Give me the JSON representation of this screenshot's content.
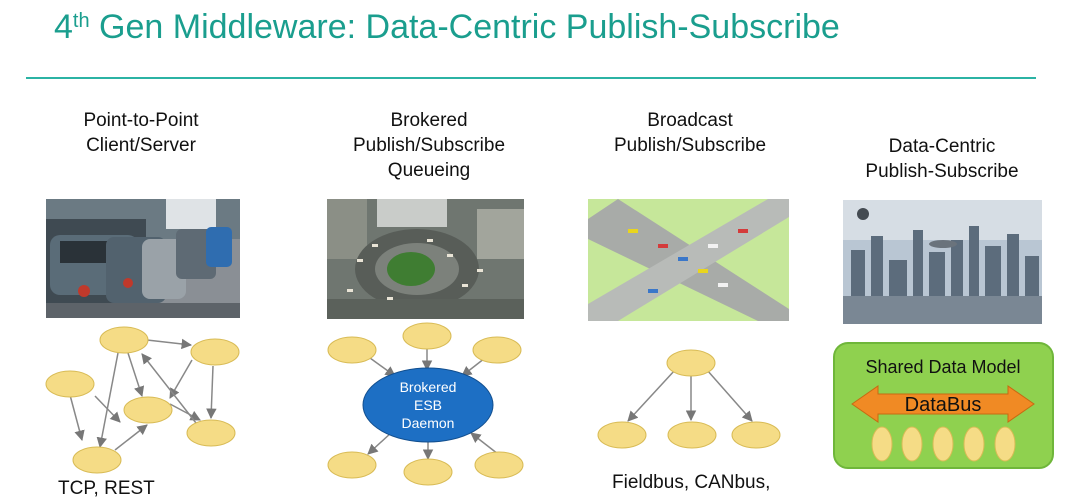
{
  "slide": {
    "title_prefix": "4",
    "title_sup": "th",
    "title_rest": " Gen Middleware: Data-Centric Publish-Subscribe"
  },
  "columns": [
    {
      "id": "p2p",
      "label_lines": [
        "Point-to-Point",
        "Client/Server"
      ],
      "footnote": "TCP, REST"
    },
    {
      "id": "brokered",
      "label_lines": [
        "Brokered",
        "Publish/Subscribe",
        "Queueing"
      ],
      "center_lines": [
        "Brokered",
        "ESB",
        "Daemon"
      ]
    },
    {
      "id": "broadcast",
      "label_lines": [
        "Broadcast",
        "Publish/Subscribe"
      ],
      "footnote": "Fieldbus, CANbus,"
    },
    {
      "id": "datacentric",
      "label_lines": [
        "Data-Centric",
        "Publish-Subscribe"
      ],
      "box_title": "Shared Data Model",
      "bus_label": "DataBus"
    }
  ],
  "colors": {
    "accent": "#1a9e8e",
    "node_fill": "#f5dc86",
    "broker_fill": "#1d6fc4",
    "box_fill": "#8fd14f",
    "bus_fill": "#f08a24"
  }
}
